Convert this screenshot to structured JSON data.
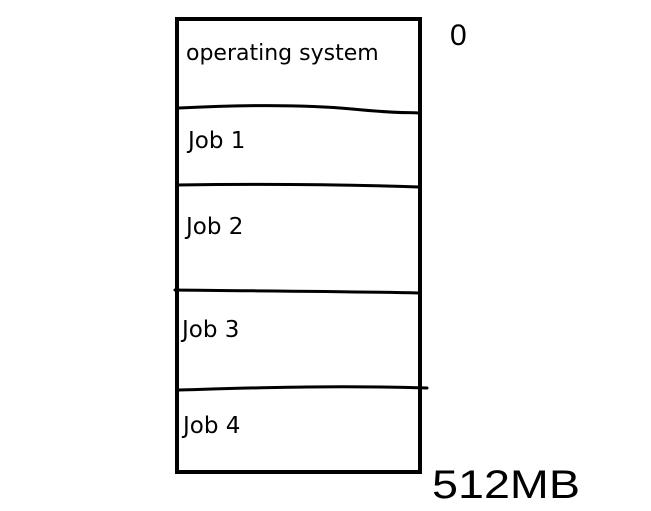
{
  "memory_map": {
    "segments": [
      {
        "label": "operating system"
      },
      {
        "label": "Job 1"
      },
      {
        "label": "Job 2"
      },
      {
        "label": "Job 3"
      },
      {
        "label": "Job 4"
      }
    ],
    "top_address": "0",
    "bottom_address": "512MB"
  },
  "colors": {
    "stroke": "#000000",
    "background": "#ffffff"
  }
}
